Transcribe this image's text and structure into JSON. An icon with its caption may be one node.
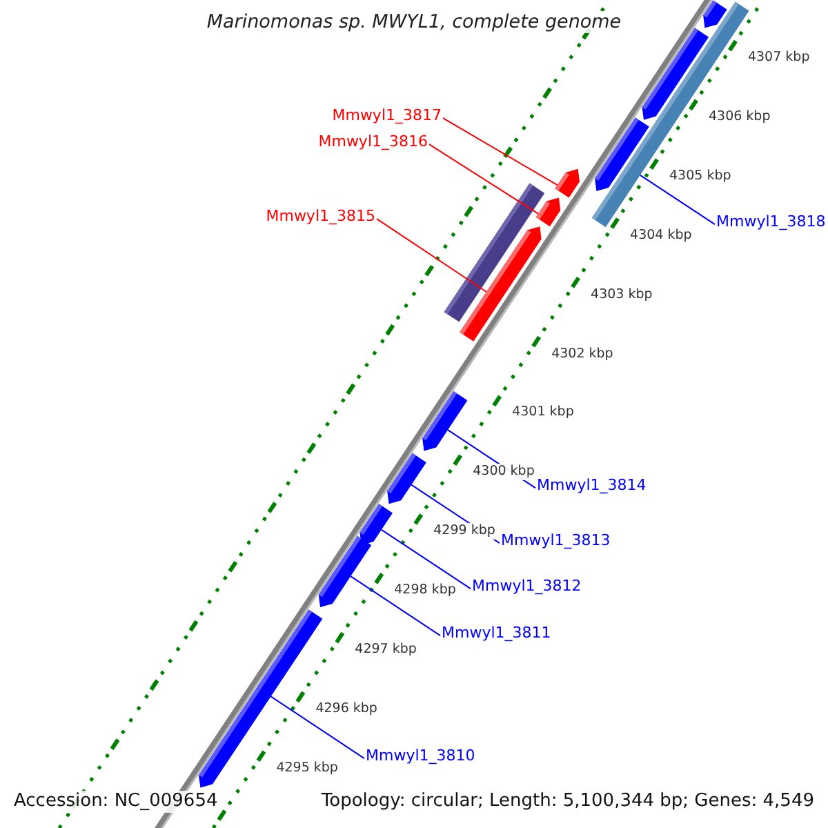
{
  "diagram": {
    "title": "Marinomonas sp. MWYL1, complete genome",
    "nodes": [
      {
        "text": [
          "Mmwyl1_3817"
        ]
      },
      {
        "text": [
          "Mmwyl1_3816"
        ]
      },
      {
        "text": [
          "Mmwyl1_3815"
        ]
      },
      {
        "text": [
          "Mmwyl1_3818"
        ]
      },
      {
        "text": [
          "Mmwyl1_3814"
        ]
      },
      {
        "text": [
          "Mmwyl1_3813"
        ]
      },
      {
        "text": [
          "Mmwyl1_3812"
        ]
      },
      {
        "text": [
          "Mmwyl1_3811"
        ]
      },
      {
        "text": [
          "Mmwyl1_3810"
        ]
      },
      {
        "text": [],
        "shape": "arrow"
      },
      {
        "text": [],
        "shape": "arrow"
      },
      {
        "text": [],
        "shape": "bar"
      },
      {
        "text": [],
        "shape": "arrow"
      },
      {
        "text": [],
        "shape": "arrow"
      },
      {
        "text": [],
        "shape": "arrow"
      },
      {
        "text": [],
        "shape": "bar"
      },
      {
        "text": [],
        "shape": "arrow"
      },
      {
        "text": [],
        "shape": "arrow"
      },
      {
        "text": [],
        "shape": "arrow"
      },
      {
        "text": [],
        "shape": "arrow"
      },
      {
        "text": [],
        "shape": "arrow"
      },
      {
        "text": [],
        "shape": "arrow"
      }
    ],
    "edges": [
      {
        "from": 0,
        "to": 13,
        "arrow": "none",
        "color": "#ff0000"
      },
      {
        "from": 1,
        "to": 14,
        "arrow": "none",
        "color": "#ff0000"
      },
      {
        "from": 2,
        "to": 16,
        "arrow": "none",
        "color": "#ff0000"
      },
      {
        "from": 3,
        "to": 11,
        "arrow": "none"
      },
      {
        "from": 4,
        "to": 17,
        "arrow": "none"
      },
      {
        "from": 5,
        "to": 18,
        "arrow": "none"
      },
      {
        "from": 6,
        "to": 19,
        "arrow": "none"
      },
      {
        "from": 7,
        "to": 20,
        "arrow": "none"
      },
      {
        "from": 8,
        "to": 21,
        "arrow": "none"
      }
    ],
    "labels": [
      "4307 kbp",
      "4306 kbp",
      "4305 kbp",
      "4304 kbp",
      "4303 kbp",
      "4302 kbp",
      "4301 kbp",
      "4300 kbp",
      "4299 kbp",
      "4298 kbp",
      "4297 kbp",
      "4296 kbp",
      "4295 kbp",
      "Accession: NC_009654",
      "Topology: circular; Length: 5,100,344 bp; Genes: 4,549"
    ]
  }
}
